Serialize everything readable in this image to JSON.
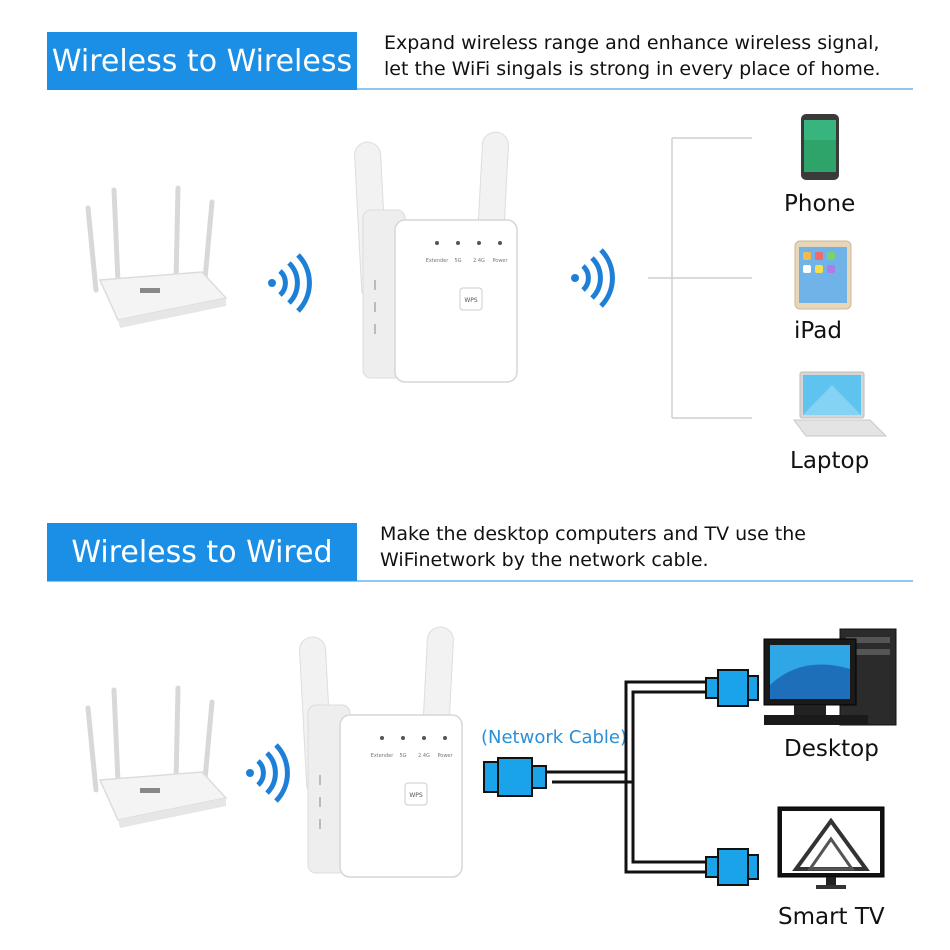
{
  "section1": {
    "banner_title": "Wireless to Wireless",
    "description_line1": "Expand wireless range and enhance wireless signal,",
    "description_line2": "let the WiFi singals is strong in every place of home.",
    "devices": [
      {
        "label": "Phone",
        "icon": "phone-icon"
      },
      {
        "label": "iPad",
        "icon": "tablet-icon"
      },
      {
        "label": "Laptop",
        "icon": "laptop-icon"
      }
    ]
  },
  "section2": {
    "banner_title": "Wireless to Wired",
    "description_line1": "Make the desktop computers and TV use the",
    "description_line2": "WiFinetwork by the network cable.",
    "cable_label": "(Network Cable)",
    "devices": [
      {
        "label": "Desktop",
        "icon": "desktop-computer-icon"
      },
      {
        "label": "Smart TV",
        "icon": "smart-tv-icon"
      }
    ]
  },
  "extender": {
    "led_labels": [
      "Extender",
      "5G",
      "2.4G",
      "Power"
    ],
    "button_label": "WPS"
  },
  "colors": {
    "banner_blue": "#1b8ee6",
    "banner_line": "#8fc7ee",
    "wifi_blue": "#1e7fd6",
    "cable_blue": "#2a8fd8",
    "connector_blue": "#1aa3e8"
  }
}
